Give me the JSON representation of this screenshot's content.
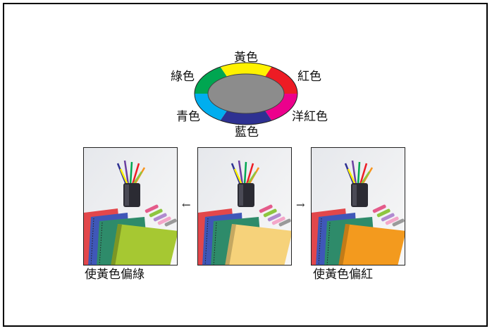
{
  "wheel": {
    "labels": {
      "yellow": "黃色",
      "red": "紅色",
      "magenta": "洋紅色",
      "blue": "藍色",
      "cyan": "青色",
      "green": "綠色"
    },
    "colors": {
      "yellow": "#fff200",
      "red": "#ed1c24",
      "magenta": "#ec008c",
      "blue": "#2e3192",
      "cyan": "#00aeef",
      "green": "#00a651",
      "center": "#8c8c8c"
    }
  },
  "photos": {
    "left_notebook_color": "#a6c832",
    "center_notebook_color": "#f6d27a",
    "right_notebook_color": "#f39a1e"
  },
  "arrows": {
    "left": "←",
    "right": "→"
  },
  "captions": {
    "left": "使黃色偏綠",
    "right": "使黃色偏紅"
  }
}
